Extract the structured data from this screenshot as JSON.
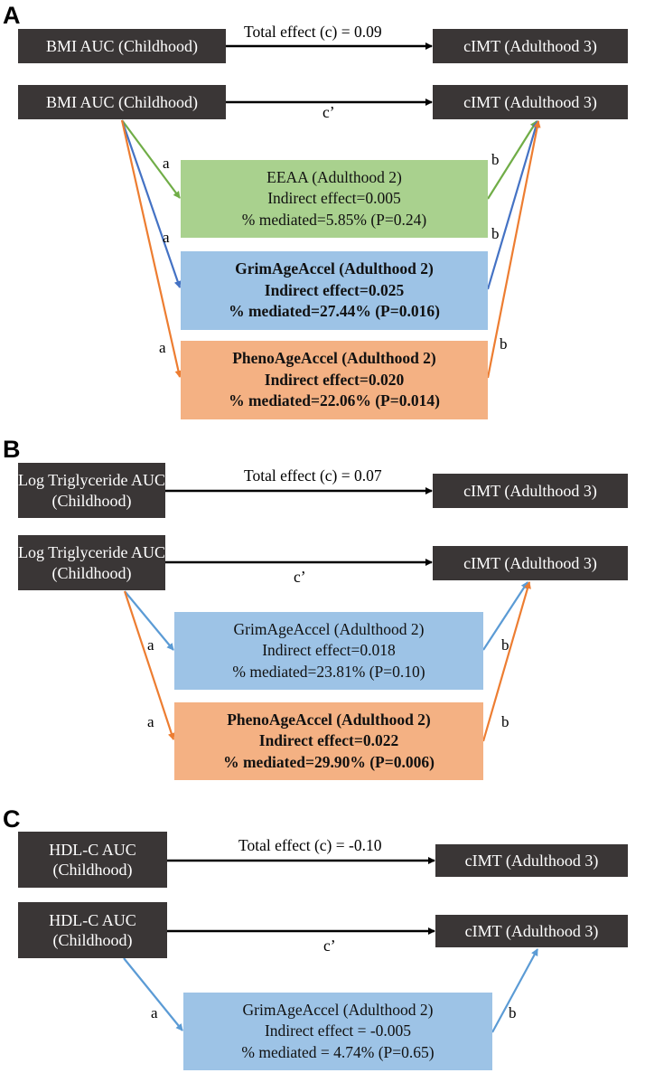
{
  "colors": {
    "exposure_box": "#3a3636",
    "eeaa": "#a9d18e",
    "grimage": "#9dc3e6",
    "phenoage": "#f4b183",
    "eeaa_line": "#70ad47",
    "grimage_line_A": "#4472c4",
    "grimage_line_BC": "#5b9bd5",
    "phenoage_line": "#ed7d31"
  },
  "panels": {
    "A": {
      "label": "A",
      "exposure": "BMI AUC (Childhood)",
      "outcome": "cIMT (Adulthood 3)",
      "total_effect": "Total effect (c) = 0.09",
      "direct_effect": "c’",
      "path_a": "a",
      "path_b": "b",
      "mediators": [
        {
          "name": "EEAA (Adulthood 2)",
          "indirect": "Indirect effect=0.005",
          "mediated": "% mediated=5.85% (P=0.24)",
          "significant": false
        },
        {
          "name": "GrimAgeAccel (Adulthood 2)",
          "indirect": "Indirect effect=0.025",
          "mediated": "% mediated=27.44% (P=0.016)",
          "significant": true
        },
        {
          "name": "PhenoAgeAccel (Adulthood 2)",
          "indirect": "Indirect effect=0.020",
          "mediated": "% mediated=22.06% (P=0.014)",
          "significant": true
        }
      ]
    },
    "B": {
      "label": "B",
      "exposure_line1": "Log Triglyceride AUC",
      "exposure_line2": "(Childhood)",
      "outcome": "cIMT (Adulthood 3)",
      "total_effect": "Total effect (c) = 0.07",
      "direct_effect": "c’",
      "path_a": "a",
      "path_b": "b",
      "mediators": [
        {
          "name": "GrimAgeAccel (Adulthood 2)",
          "indirect": "Indirect effect=0.018",
          "mediated": "% mediated=23.81% (P=0.10)",
          "significant": false
        },
        {
          "name": "PhenoAgeAccel (Adulthood 2)",
          "indirect": "Indirect effect=0.022",
          "mediated": "% mediated=29.90% (P=0.006)",
          "significant": true
        }
      ]
    },
    "C": {
      "label": "C",
      "exposure_line1": "HDL-C AUC",
      "exposure_line2": "(Childhood)",
      "outcome": "cIMT (Adulthood 3)",
      "total_effect": "Total effect (c) = -0.10",
      "direct_effect": "c’",
      "path_a": "a",
      "path_b": "b",
      "mediators": [
        {
          "name": "GrimAgeAccel (Adulthood 2)",
          "indirect": "Indirect effect = -0.005",
          "mediated": "% mediated = 4.74% (P=0.65)",
          "significant": false
        }
      ]
    }
  }
}
